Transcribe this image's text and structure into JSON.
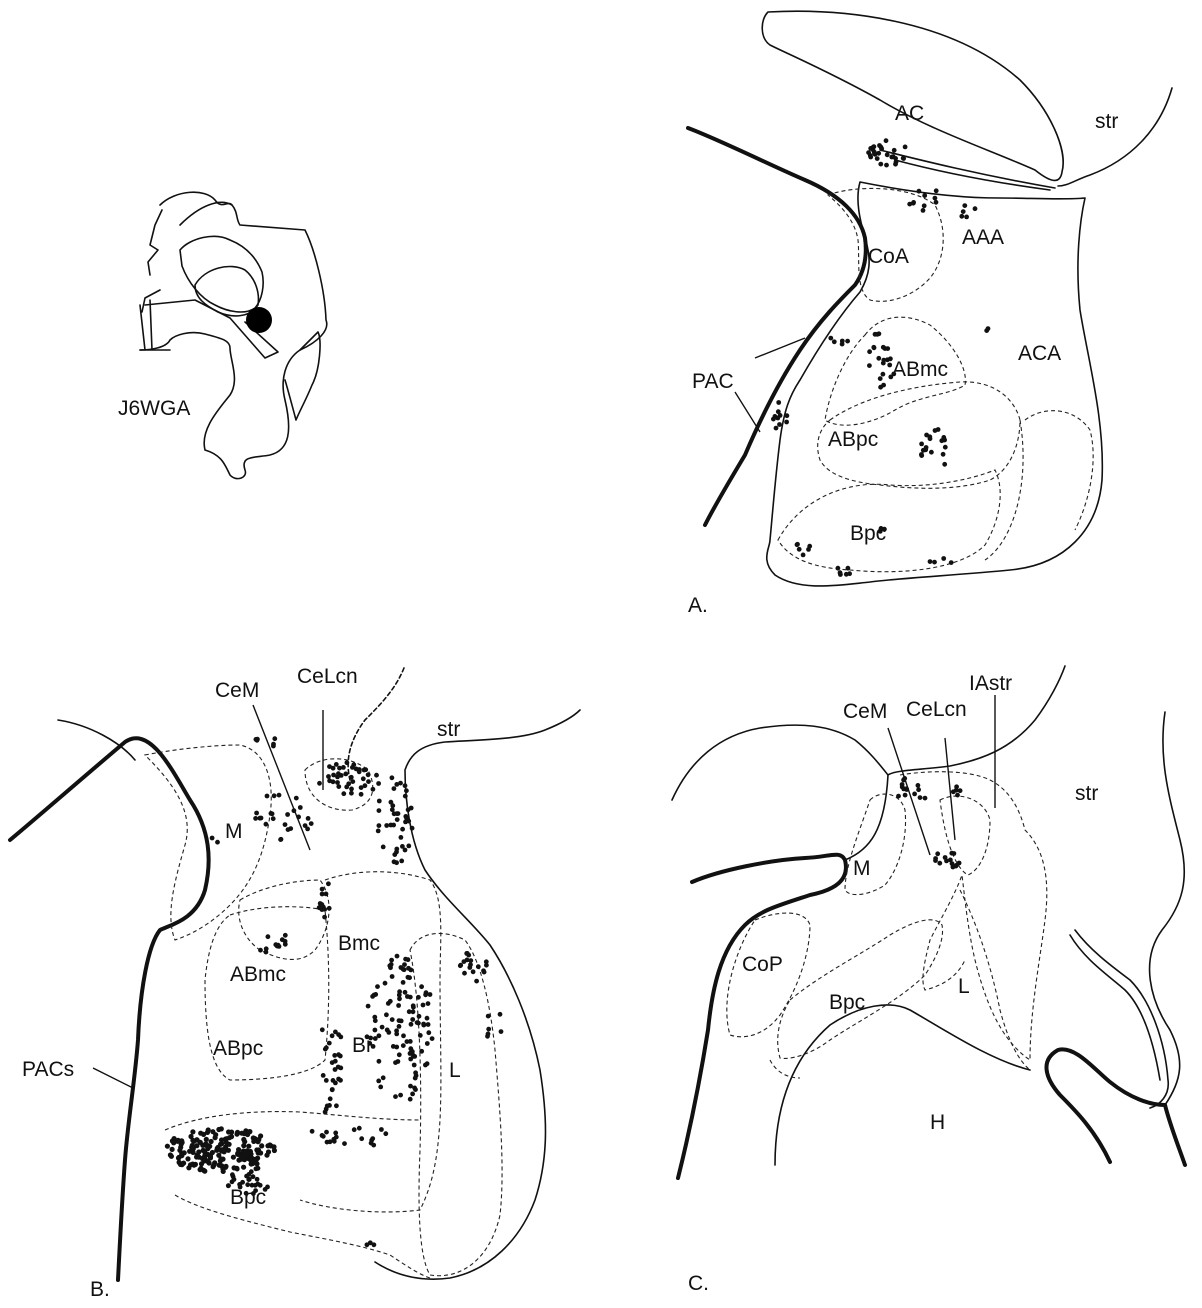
{
  "inset": {
    "case_label": "J6WGA"
  },
  "panels": [
    {
      "id": "A",
      "letter": "A.",
      "labels": [
        "AC",
        "str",
        "AAA",
        "CoA",
        "ACA",
        "ABmc",
        "PAC",
        "ABpc",
        "Bpc"
      ]
    },
    {
      "id": "B",
      "letter": "B.",
      "labels": [
        "CeM",
        "CeLcn",
        "str",
        "M",
        "Bmc",
        "ABmc",
        "ABpc",
        "Bi",
        "L",
        "PACs",
        "Bpc"
      ]
    },
    {
      "id": "C",
      "letter": "C.",
      "labels": [
        "IAstr",
        "CeM",
        "CeLcn",
        "str",
        "M",
        "CoP",
        "Bpc",
        "L",
        "H"
      ]
    }
  ]
}
